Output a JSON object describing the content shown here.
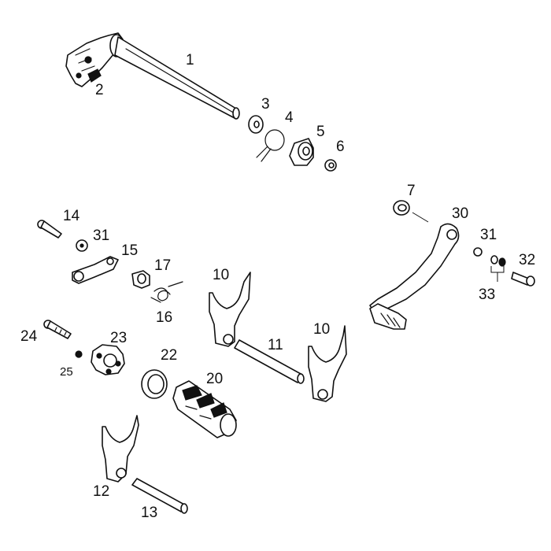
{
  "diagram": {
    "callouts": [
      {
        "id": "1",
        "label": "1"
      },
      {
        "id": "2",
        "label": "2"
      },
      {
        "id": "3",
        "label": "3"
      },
      {
        "id": "4",
        "label": "4"
      },
      {
        "id": "5",
        "label": "5"
      },
      {
        "id": "6",
        "label": "6"
      },
      {
        "id": "7",
        "label": "7"
      },
      {
        "id": "10a",
        "label": "10"
      },
      {
        "id": "10b",
        "label": "10"
      },
      {
        "id": "11",
        "label": "11"
      },
      {
        "id": "12",
        "label": "12"
      },
      {
        "id": "13",
        "label": "13"
      },
      {
        "id": "14",
        "label": "14"
      },
      {
        "id": "15",
        "label": "15"
      },
      {
        "id": "16",
        "label": "16"
      },
      {
        "id": "17",
        "label": "17"
      },
      {
        "id": "20",
        "label": "20"
      },
      {
        "id": "22",
        "label": "22"
      },
      {
        "id": "23",
        "label": "23"
      },
      {
        "id": "24",
        "label": "24"
      },
      {
        "id": "25",
        "label": "25"
      },
      {
        "id": "30",
        "label": "30"
      },
      {
        "id": "31a",
        "label": "31"
      },
      {
        "id": "31b",
        "label": "31"
      },
      {
        "id": "32",
        "label": "32"
      },
      {
        "id": "33",
        "label": "33"
      }
    ]
  }
}
